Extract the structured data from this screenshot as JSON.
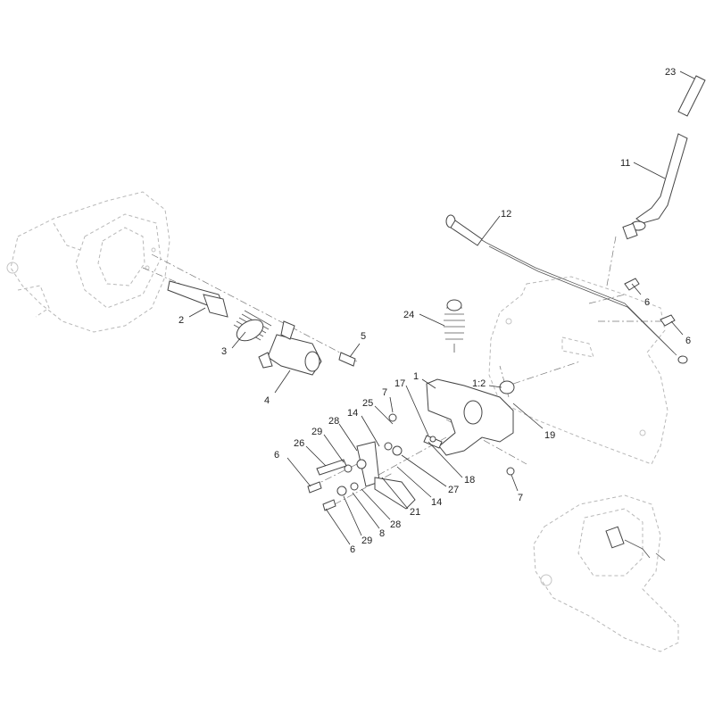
{
  "callouts": [
    {
      "id": "c23",
      "label": "23"
    },
    {
      "id": "c11",
      "label": "11"
    },
    {
      "id": "c12",
      "label": "12"
    },
    {
      "id": "c6a",
      "label": "6"
    },
    {
      "id": "c6b",
      "label": "6"
    },
    {
      "id": "c2",
      "label": "2"
    },
    {
      "id": "c3",
      "label": "3"
    },
    {
      "id": "c5",
      "label": "5"
    },
    {
      "id": "c4",
      "label": "4"
    },
    {
      "id": "c24",
      "label": "24"
    },
    {
      "id": "c1",
      "label": "1"
    },
    {
      "id": "c7a",
      "label": "7"
    },
    {
      "id": "c17",
      "label": "17"
    },
    {
      "id": "c12b",
      "label": "1:2"
    },
    {
      "id": "c19",
      "label": "19"
    },
    {
      "id": "c25",
      "label": "25"
    },
    {
      "id": "c14a",
      "label": "14"
    },
    {
      "id": "c28a",
      "label": "28"
    },
    {
      "id": "c29a",
      "label": "29"
    },
    {
      "id": "c26",
      "label": "26"
    },
    {
      "id": "c6c",
      "label": "6"
    },
    {
      "id": "c18",
      "label": "18"
    },
    {
      "id": "c27",
      "label": "27"
    },
    {
      "id": "c14b",
      "label": "14"
    },
    {
      "id": "c21",
      "label": "21"
    },
    {
      "id": "c7b",
      "label": "7"
    },
    {
      "id": "c28b",
      "label": "28"
    },
    {
      "id": "c8",
      "label": "8"
    },
    {
      "id": "c29b",
      "label": "29"
    },
    {
      "id": "c6d",
      "label": "6"
    }
  ]
}
